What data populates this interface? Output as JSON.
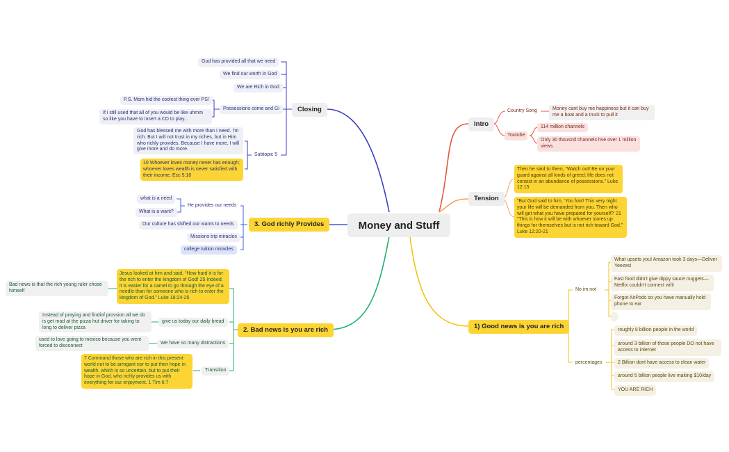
{
  "central": "Money and Stuff",
  "intro": {
    "label": "Intro",
    "country_song": "Country Song",
    "country_song_note": "Money cant buy me happiness but it can buy me a boat and a truck to pull it",
    "youtube": "Youtube",
    "youtube_notes": [
      "114 million channels",
      "Only 30 thousnd channels hve over 1 million views"
    ]
  },
  "tension": {
    "label": "Tension",
    "notes": [
      "Then he said to them, “Watch out! Be on your guard against all kinds of greed; life does not consist in an abundance of possessions.” Luke 12:15",
      "“But God said to him, ‘You fool! This very night your life will be demanded from you. Then who will get what you have prepared for yourself?’ 21 “This is how it will be with whoever stores up things for themselves but is not rich toward God.” Luke 12:20-21"
    ]
  },
  "good_news": {
    "label": "1) Good news is you are rich",
    "no_im_not": "No im not",
    "no_items": [
      "What upsets you! Amazon took 3 days—Deliver Yeezes!",
      "Fast food didn’t give dippy sauce nuggets—Netflix couldn’t connect wifi!",
      "Forgot AirPods so you have manually hold phone to ear",
      ""
    ],
    "percentages": "percentages",
    "pct_items": [
      "roughly 8 billion people in the world",
      "around 3 billion of those people DO not have access to internet",
      "2 Billion dont have access to clean water",
      "around 5 billion people live making $10/day",
      "YOU ARE RICH"
    ]
  },
  "closing": {
    "label": "Closing",
    "items": [
      "God has provided all that we need",
      "We find our worth in God",
      "We are Rich in God"
    ],
    "possessions": "Possessions come and Gi",
    "possessions_items": [
      "P.S. Mom hid the coolest thing ever PS!",
      "If i still used that all of you would be like uhmm so like you have to insert a CD to play..."
    ],
    "subtopic": "Subtopic 5",
    "subtopic_items": [
      "God has blessed me with more than I need. I'm rich. But I will not trust in my riches, but in Him who richly provides. Because I have more, I will give more and do more.",
      "10 Whoever loves money never has enough; whoever loves wealth is never satisfied with their income. Ecc 5:10"
    ]
  },
  "provides": {
    "label": "3. God richly Provides",
    "he_provides": "He provides our needs",
    "he_items": [
      "what is a need",
      "What is a want?"
    ],
    "items": [
      "Our culture has shifted our wants to needs",
      "Missions trip miracles",
      "college tuition miracles"
    ]
  },
  "bad_news": {
    "label": "2. Bad news is you are rich",
    "luke": "Jesus looked at him and said, “How hard it is for the rich to enter the kingdom of God! 25 Indeed, it is easier for a camel to go through the eye of a needle than for someone who is rich to enter the kingdom of God.” Luke 18:24-25",
    "ruler": "Bad news is that the rich young ruler chose himself",
    "daily_bread": "give us today our daily bread",
    "daily_bread_note": "Instead of praying and findinf provsion all we do is get mad at the pizza hut driver for taking to long to deliver pizza",
    "distractions": "We have so many distractions",
    "distractions_note": "used to love going to mexico because you were forced to disconnect",
    "transition": "Transition",
    "transition_note": "7 Command those who are rich in this present world not to be arrogant nor to put their hope in wealth, which is so uncertain, but to put their hope in God, who richly provides us with everything for our enjoyment. 1 Tim 6:7"
  },
  "colors": {
    "intro": "#e8553e",
    "tension": "#f5a25a",
    "good_news": "#f2c211",
    "closing": "#3b3fbf",
    "provides": "#3b5ce0",
    "bad_news": "#22b06b"
  }
}
